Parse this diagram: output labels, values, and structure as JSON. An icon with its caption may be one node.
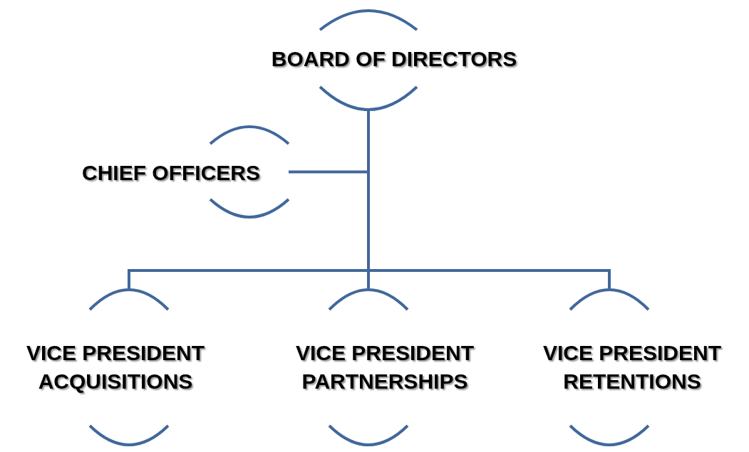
{
  "diagram": {
    "nodes": [
      {
        "text": [
          "BOARD OF DIRECTORS"
        ]
      },
      {
        "text": [
          "CHIEF OFFICERS"
        ]
      },
      {
        "text": [
          "VICE PRESIDENT ACQUISITIONS"
        ]
      },
      {
        "text": [
          "VICE PRESIDENT PARTNERSHIPS"
        ]
      },
      {
        "text": [
          "VICE PRESIDENT RETENTIONS"
        ]
      }
    ],
    "edges": [
      {
        "from": 0,
        "to": 1,
        "arrow": "none"
      },
      {
        "from": 0,
        "to": 2,
        "arrow": "none"
      },
      {
        "from": 0,
        "to": 3,
        "arrow": "none"
      },
      {
        "from": 0,
        "to": 4,
        "arrow": "none"
      }
    ]
  }
}
